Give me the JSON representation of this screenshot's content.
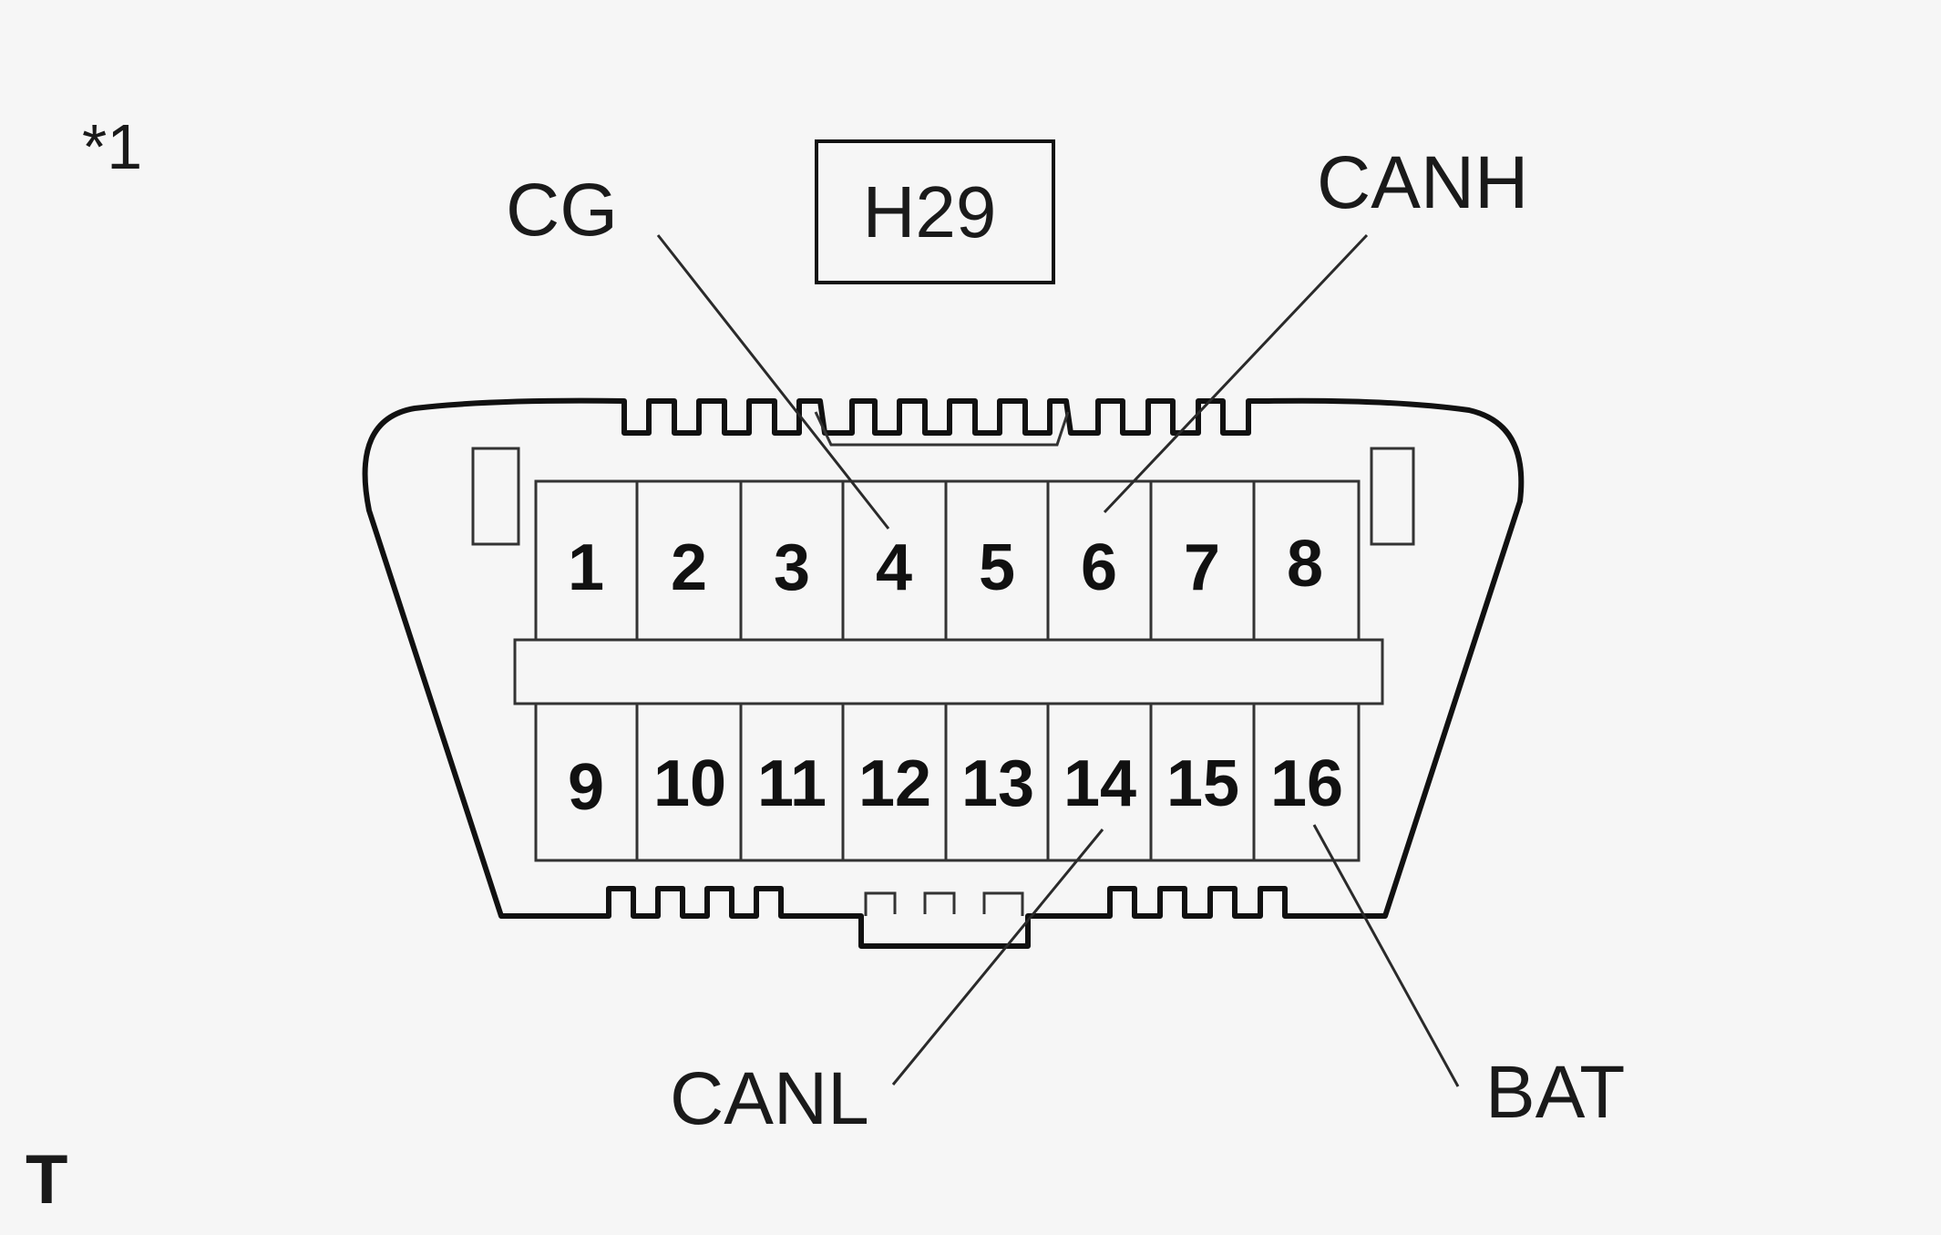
{
  "figure_ref": "*1",
  "corner_mark": "T",
  "connector_code": "H29",
  "pins": {
    "top_row": [
      "1",
      "2",
      "3",
      "4",
      "5",
      "6",
      "7",
      "8"
    ],
    "bottom_row": [
      "9",
      "10",
      "11",
      "12",
      "13",
      "14",
      "15",
      "16"
    ]
  },
  "callouts": {
    "cg": {
      "label": "CG",
      "pin": "4"
    },
    "canh": {
      "label": "CANH",
      "pin": "6"
    },
    "canl": {
      "label": "CANL",
      "pin": "14"
    },
    "bat": {
      "label": "BAT",
      "pin": "16"
    }
  }
}
